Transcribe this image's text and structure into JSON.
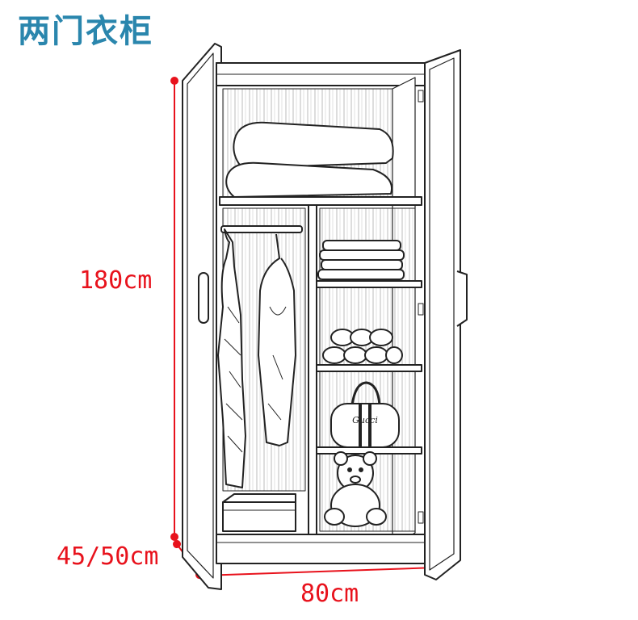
{
  "title": "两门衣柜",
  "dimensions": {
    "height": "180cm",
    "depth": "45/50cm",
    "width": "80cm"
  },
  "bag_logo": "Gucci",
  "colors": {
    "title": "#2a86ad",
    "dimension": "#e8121c",
    "line": "#222222"
  }
}
